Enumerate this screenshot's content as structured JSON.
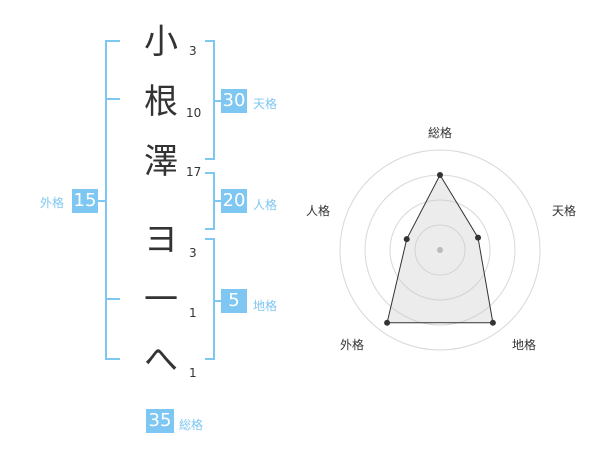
{
  "name": {
    "characters": [
      {
        "char": "小",
        "strokes": "3"
      },
      {
        "char": "根",
        "strokes": "10"
      },
      {
        "char": "澤",
        "strokes": "17"
      },
      {
        "char": "ヨ",
        "strokes": "3"
      },
      {
        "char": "一",
        "strokes": "1"
      },
      {
        "char": "へ",
        "strokes": "1"
      }
    ]
  },
  "kakusu": {
    "tenkaku": {
      "value": "30",
      "label": "天格"
    },
    "jinkaku": {
      "value": "20",
      "label": "人格"
    },
    "chikaku": {
      "value": "5",
      "label": "地格"
    },
    "gaikaku": {
      "value": "15",
      "label": "外格"
    },
    "soukaku": {
      "value": "35",
      "label": "総格"
    }
  },
  "colors": {
    "accent": "#7dc7f2",
    "text": "#333333",
    "grid": "#d8d8d8",
    "fill": "#eeeeee"
  },
  "chart_data": {
    "type": "radar",
    "axes": [
      "総格",
      "天格",
      "地格",
      "外格",
      "人格"
    ],
    "values": [
      0.75,
      0.4,
      0.9,
      0.9,
      0.35
    ],
    "rings": 4
  }
}
